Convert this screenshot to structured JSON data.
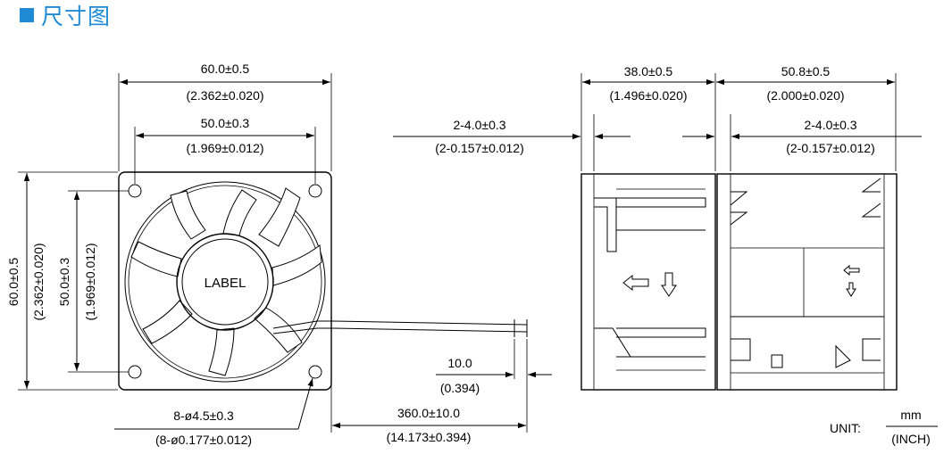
{
  "header": {
    "title": "尺寸图"
  },
  "front_view": {
    "hub_label": "LABEL",
    "top_overall": {
      "mm": "60.0±0.5",
      "inch": "(2.362±0.020)"
    },
    "top_hole_pitch": {
      "mm": "50.0±0.3",
      "inch": "(1.969±0.012)"
    },
    "left_overall": {
      "mm": "60.0±0.5",
      "inch": "(2.362±0.020)"
    },
    "left_hole_pitch": {
      "mm": "50.0±0.3",
      "inch": "(1.969±0.012)"
    },
    "mounting_holes": {
      "mm": "8-ø4.5±0.3",
      "inch": "(8-ø0.177±0.012)"
    },
    "lead_length": {
      "mm": "360.0±10.0",
      "inch": "(14.173±0.394)"
    },
    "strip_length": {
      "mm": "10.0",
      "inch": "(0.394)"
    }
  },
  "side_view": {
    "left_width": {
      "mm": "38.0±0.5",
      "inch": "(1.496±0.020)"
    },
    "right_width": {
      "mm": "50.8±0.5",
      "inch": "(2.000±0.020)"
    },
    "left_flange": {
      "mm": "2-4.0±0.3",
      "inch": "(2-0.157±0.012)"
    },
    "right_flange": {
      "mm": "2-4.0±0.3",
      "inch": "(2-0.157±0.012)"
    }
  },
  "unit": {
    "label": "UNIT:",
    "primary": "mm",
    "secondary": "(INCH)"
  }
}
